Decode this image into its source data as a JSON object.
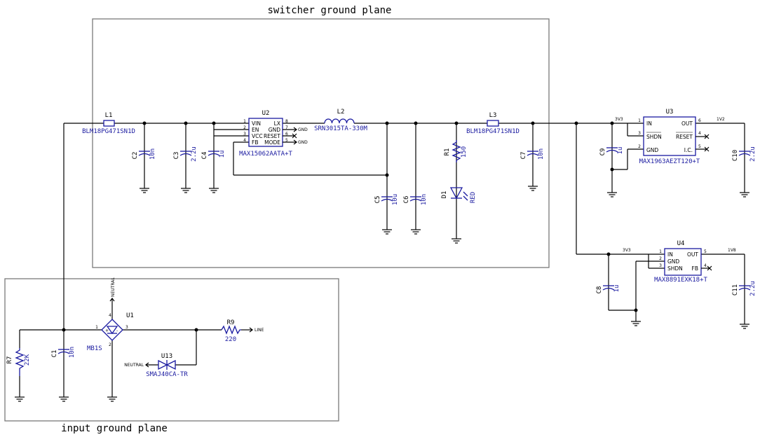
{
  "regions": {
    "switcher": "switcher ground plane",
    "input": "input ground plane"
  },
  "components": {
    "L1": {
      "ref": "L1",
      "value": "BLM18PG471SN1D"
    },
    "L2": {
      "ref": "L2",
      "value": "SRN3015TA-330M"
    },
    "L3": {
      "ref": "L3",
      "value": "BLM18PG471SN1D"
    },
    "U1": {
      "ref": "U1",
      "value": "MB1S"
    },
    "U2": {
      "ref": "U2",
      "value": "MAX15062AATA+T",
      "pins_left": [
        [
          "1",
          "VIN"
        ],
        [
          "2",
          "EN"
        ],
        [
          "3",
          "VCC"
        ],
        [
          "4",
          "FB"
        ]
      ],
      "pins_right": [
        [
          "8",
          "LX"
        ],
        [
          "7",
          "GND"
        ],
        [
          "6",
          "RESET"
        ],
        [
          "5",
          "MODE"
        ]
      ]
    },
    "U3": {
      "ref": "U3",
      "value": "MAX1963AEZT120+T",
      "pins_left": [
        [
          "1",
          "IN"
        ],
        [
          "3",
          "SHDN"
        ],
        [
          "2",
          "GND"
        ]
      ],
      "pins_right": [
        [
          "6",
          "OUT"
        ],
        [
          "4",
          "RESET"
        ],
        [
          "5",
          "I.C."
        ]
      ]
    },
    "U4": {
      "ref": "U4",
      "value": "MAX8891EXK18+T",
      "pins_left": [
        [
          "1",
          "IN"
        ],
        [
          "2",
          "GND"
        ],
        [
          "3",
          "SHDN"
        ]
      ],
      "pins_right": [
        [
          "5",
          "OUT"
        ],
        [
          "4",
          "FB"
        ]
      ]
    },
    "U13": {
      "ref": "U13",
      "value": "SMAJ40CA-TR"
    },
    "R1": {
      "ref": "R1",
      "value": "150"
    },
    "R7": {
      "ref": "R7",
      "value": "22K"
    },
    "R9": {
      "ref": "R9",
      "value": "220"
    },
    "D1": {
      "ref": "D1",
      "value": "RED"
    },
    "C1": {
      "ref": "C1",
      "value": "10n"
    },
    "C2": {
      "ref": "C2",
      "value": "10n"
    },
    "C3": {
      "ref": "C3",
      "value": "2.2u"
    },
    "C4": {
      "ref": "C4",
      "value": "1u"
    },
    "C5": {
      "ref": "C5",
      "value": "10u"
    },
    "C6": {
      "ref": "C6",
      "value": "10n"
    },
    "C7": {
      "ref": "C7",
      "value": "10n"
    },
    "C8": {
      "ref": "C8",
      "value": "1u"
    },
    "C9": {
      "ref": "C9",
      "value": "1u"
    },
    "C10": {
      "ref": "C10",
      "value": "2.2u"
    },
    "C11": {
      "ref": "C11",
      "value": "2.2u"
    }
  },
  "nets": {
    "gnd": "GND",
    "neutral": "NEUTRAL",
    "line": "LINE",
    "v3v3": "3V3",
    "v1v2": "1V2",
    "v1v8": "1V8"
  },
  "bridge_pins": {
    "p1": "1",
    "p2": "2",
    "p3": "3",
    "p4": "4",
    "plus": "+",
    "minus": "-"
  }
}
